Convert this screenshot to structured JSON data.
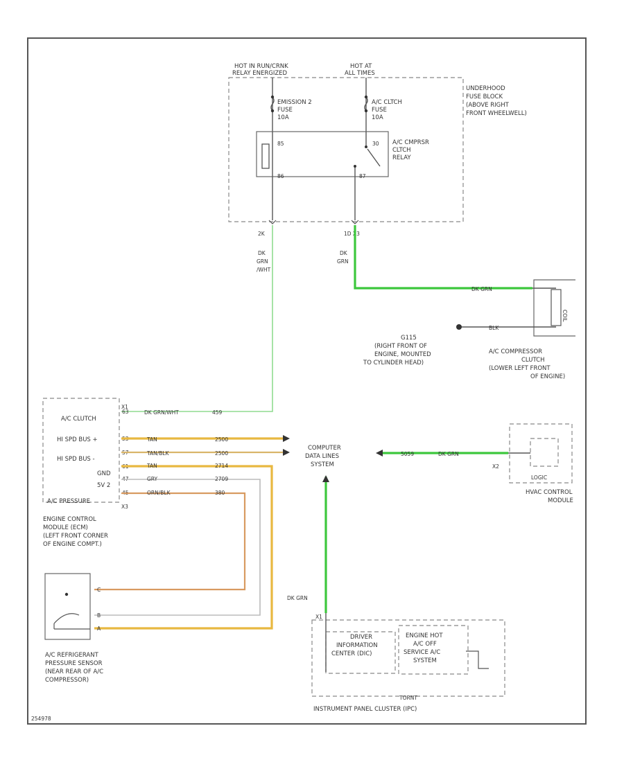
{
  "fuse_block": {
    "hot_run_crank": [
      "HOT IN RUN/CRNK",
      "RELAY ENERGIZED"
    ],
    "hot_at_all": [
      "HOT AT",
      "ALL TIMES"
    ],
    "label": [
      "UNDERHOOD",
      "FUSE BLOCK",
      "(ABOVE RIGHT",
      "FRONT WHEELWELL)"
    ],
    "emission_fuse": [
      "EMISSION 2",
      "FUSE",
      "10A"
    ],
    "ac_clutch_fuse": [
      "A/C CLTCH",
      "FUSE",
      "10A"
    ],
    "relay_pins": {
      "p85": "85",
      "p30": "30",
      "p86": "86",
      "p87": "87"
    },
    "relay_label": [
      "A/C CMPRSR",
      "CLTCH",
      "RELAY"
    ],
    "terminals": {
      "left": "2K",
      "right": "1D   X3"
    }
  },
  "wires": {
    "left_wire": [
      "DK",
      "GRN",
      "/WHT"
    ],
    "right_wire": [
      "DK",
      "GRN"
    ],
    "compressor_wire": "DK GRN",
    "ground_wire": "BLK",
    "ecm_pin1": "DK GRN/WHT",
    "ecm_pin1_circuit": "459",
    "tan": "TAN",
    "tan_circuit": "2500",
    "tan_blk": "TAN/BLK",
    "tan_blk_circuit": "2500",
    "grn_short": "5059",
    "grn_label": "DK GRN",
    "gry": "GRY",
    "gry_circuit": "2709",
    "tan3": "TAN",
    "tan3_circuit": "2714",
    "orn_blk": "ORN/BLK",
    "orn_blk_circuit": "380",
    "ipc_wire": "DK GRN"
  },
  "ground": {
    "id": "G115",
    "desc": [
      "(RIGHT FRONT OF",
      "ENGINE, MOUNTED",
      "TO CYLINDER HEAD)"
    ]
  },
  "compressor": {
    "label": [
      "A/C COMPRESSOR",
      "CLUTCH",
      "(LOWER LEFT FRONT",
      "OF ENGINE)"
    ],
    "coil": "COIL"
  },
  "ecm": {
    "pins": [
      "A/C CLUTCH",
      "HI SPD BUS +",
      "HI SPD BUS -",
      "GND",
      "5V 2",
      "A/C PRESSURE"
    ],
    "conn_top": "X1",
    "conn_bot": "X3",
    "pin_nums": [
      "63",
      "53",
      "57",
      "61",
      "47",
      "45"
    ],
    "label": [
      "ENGINE CONTROL",
      "MODULE (ECM)",
      "(LEFT FRONT CORNER",
      "OF ENGINE COMPT.)"
    ]
  },
  "data_lines": [
    "COMPUTER",
    "DATA LINES",
    "SYSTEM"
  ],
  "hvac": {
    "label": [
      "HVAC CONTROL",
      "MODULE"
    ],
    "conn": "X2",
    "logic": "LOGIC"
  },
  "sensor": {
    "label": [
      "A/C REFRIGERANT",
      "PRESSURE SENSOR",
      "(NEAR REAR OF A/C",
      "COMPRESSOR)"
    ],
    "pins": [
      "C",
      "B",
      "A"
    ]
  },
  "ipc": {
    "label": "INSTRUMENT PANEL CLUSTER (IPC)",
    "dic": [
      "DRIVER",
      "INFORMATION",
      "CENTER (DIC)"
    ],
    "msg": [
      "ENGINE HOT",
      "A/C OFF",
      "SERVICE A/C",
      "SYSTEM"
    ],
    "conn": "X1",
    "small": "TORNT"
  },
  "figure_id": "254978"
}
